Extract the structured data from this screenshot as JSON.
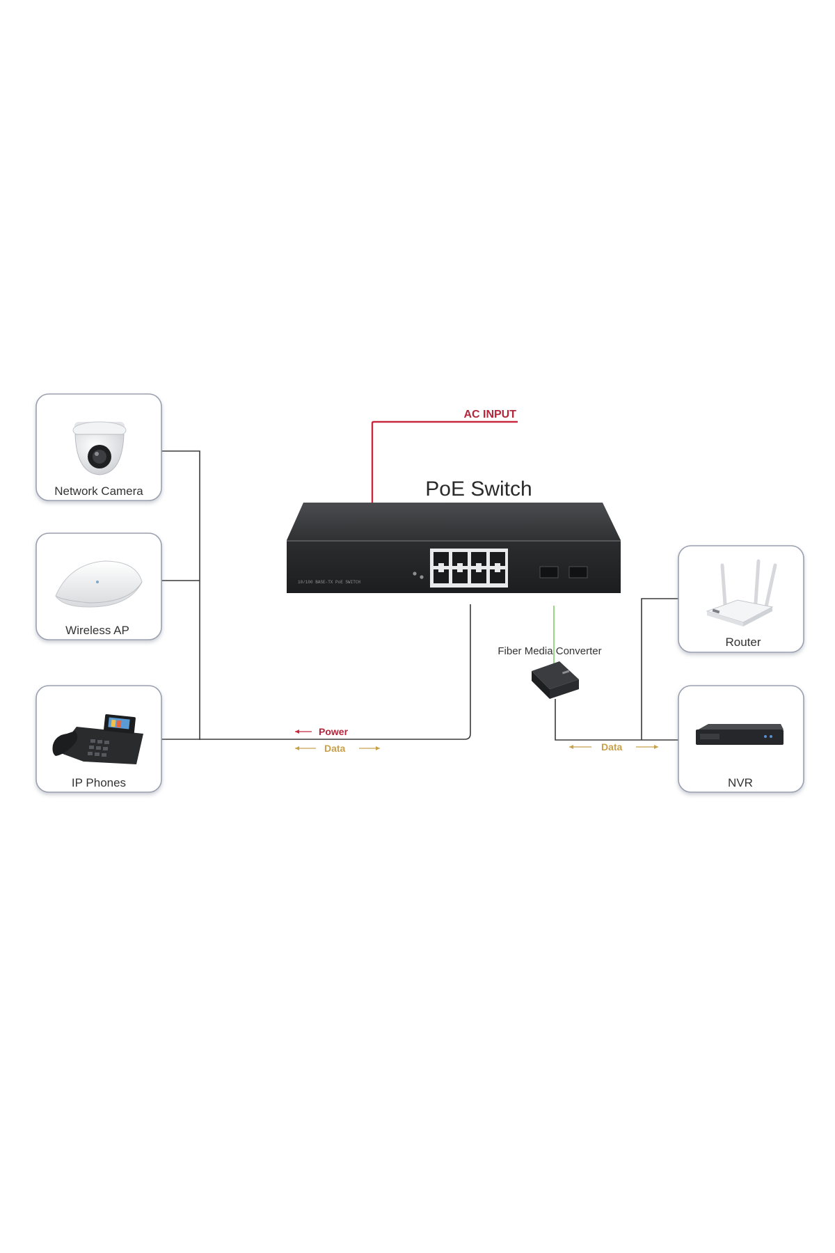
{
  "title": "PoE Switch",
  "ac_input_label": "AC INPUT",
  "power_label": "Power",
  "data_label": "Data",
  "fiber_converter_label": "Fiber Media Converter",
  "devices_left": [
    {
      "label": "Network Camera",
      "icon": "dome-camera-icon"
    },
    {
      "label": "Wireless AP",
      "icon": "access-point-icon"
    },
    {
      "label": "IP Phones",
      "icon": "ip-phone-icon"
    }
  ],
  "devices_right": [
    {
      "label": "Router",
      "icon": "router-icon"
    },
    {
      "label": "NVR",
      "icon": "nvr-icon"
    }
  ],
  "colors": {
    "power_line": "#c8283e",
    "data_text": "#c9a04a",
    "fiber_line": "#8fd07a",
    "cable": "#3a3a3a",
    "box_border": "#9aa0b0",
    "switch_body": "#2f3133"
  }
}
